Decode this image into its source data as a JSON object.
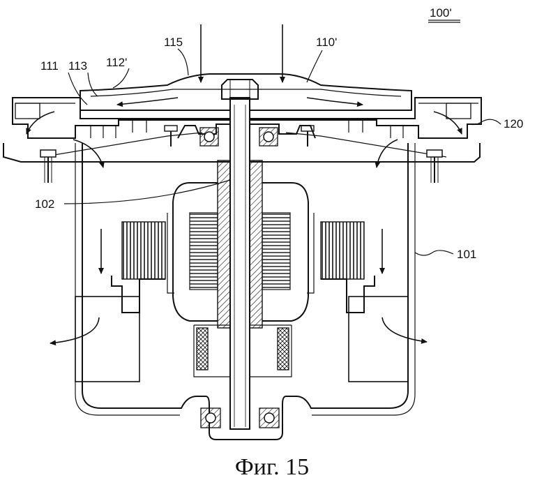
{
  "labels": {
    "fig_ref": "100'",
    "l115": "115",
    "l110": "110'",
    "l111": "111",
    "l113": "113",
    "l112": "112'",
    "l120": "120",
    "l102": "102",
    "l101": "101"
  },
  "caption": "Фиг. 15"
}
